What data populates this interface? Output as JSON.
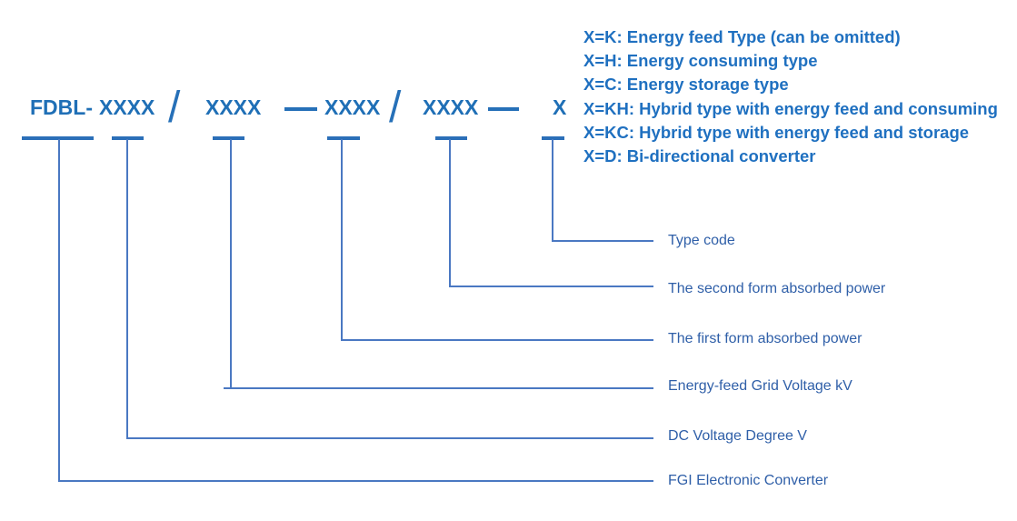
{
  "model_code": {
    "prefix": "FDBL-",
    "field1": "XXXX",
    "field2": "XXXX",
    "field3": "XXXX",
    "field4": "XXXX",
    "field5": "X"
  },
  "type_options": [
    "X=K: Energy feed Type (can be omitted)",
    "X=H: Energy consuming type",
    "X=C: Energy storage type",
    "X=KH: Hybrid type with energy feed and consuming",
    "X=KC: Hybrid type with energy feed and storage",
    "X=D: Bi-directional converter"
  ],
  "labels": {
    "type_code": "Type code",
    "second_form": "The second form absorbed power",
    "first_form": "The first form absorbed power",
    "grid_voltage": "Energy-feed Grid Voltage kV",
    "dc_voltage": "DC Voltage Degree V",
    "fgi": "FGI Electronic Converter"
  },
  "colors": {
    "code_text": "#1f6fb6",
    "label_text": "#2f5fa8",
    "connector": "#4a78c2"
  }
}
